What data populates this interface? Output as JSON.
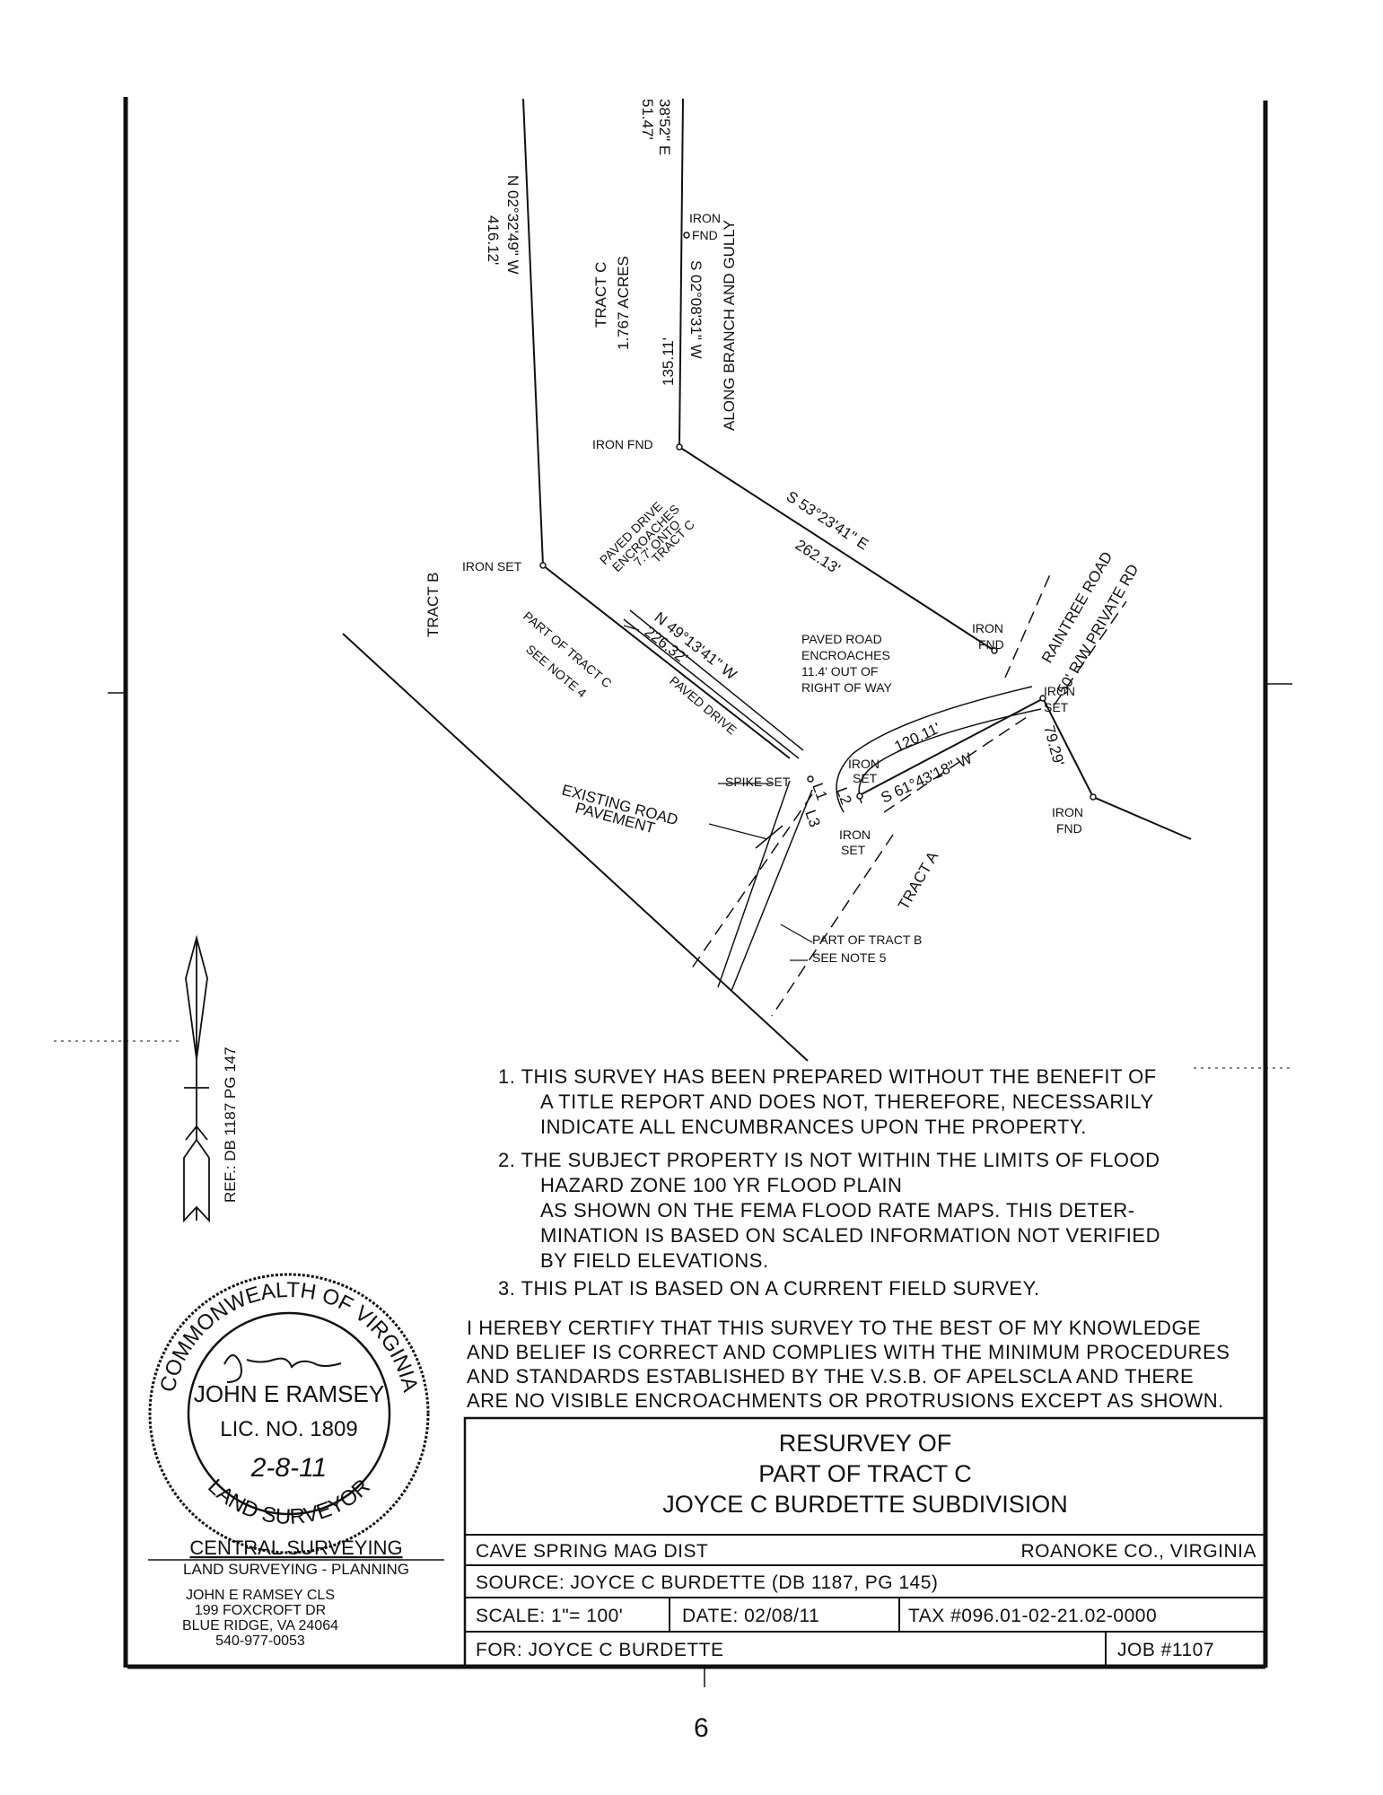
{
  "plat": {
    "tract_c_label": "TRACT C",
    "tract_c_acres": "1.767 ACRES",
    "tract_b_label": "TRACT B",
    "tract_a_label": "TRACT A",
    "bearing_west_label": "N 02°32'49\" W",
    "bearing_west_dist": "416.12'",
    "bearing_top_label": "38'52\" E",
    "bearing_top_dist": "51.47'",
    "bearing_branch_label": "S 02°08'31\" W",
    "bearing_branch_dist": "135.11'",
    "along_branch": "ALONG BRANCH AND GULLY",
    "bearing_se_label": "S 53°23'41\" E",
    "bearing_se_dist": "262.13'",
    "bearing_nw_label": "N 49°13'41\" W",
    "bearing_nw_dist": "226.32'",
    "bearing_road_label": "S 61°43'18\" W",
    "bearing_road_dist": "120.11'",
    "east_dist": "79.29'",
    "iron_fnd": "IRON FND",
    "iron_set": "IRON SET",
    "spike_set": "SPIKE SET",
    "iron": "IRON",
    "fnd": "FND",
    "set": "SET",
    "paved_drive_enc": [
      "PAVED DRIVE",
      "ENCROACHES",
      "7.7' ONTO",
      "TRACT C"
    ],
    "part_tract_c": "PART OF TRACT C",
    "see_note_4": "SEE NOTE 4",
    "paved_drive": "PAVED DRIVE",
    "paved_road_enc": [
      "PAVED ROAD",
      "ENCROACHES",
      "11.4' OUT OF",
      "RIGHT OF WAY"
    ],
    "raintree_road": "RAINTREE ROAD",
    "private_rd": "50' R/W PRIVATE RD",
    "existing_road": [
      "EXISTING ROAD",
      "PAVEMENT"
    ],
    "part_tract_b": "PART OF TRACT B",
    "see_note_5": "SEE NOTE 5",
    "l_labels": [
      "L1",
      "L2",
      "L3"
    ],
    "ref": "REF.: DB 1187 PG 147"
  },
  "notes": [
    [
      "1.  THIS SURVEY HAS BEEN PREPARED WITHOUT THE BENEFIT OF",
      "A TITLE REPORT AND DOES NOT, THEREFORE, NECESSARILY",
      "INDICATE ALL ENCUMBRANCES UPON THE PROPERTY."
    ],
    [
      "2.  THE SUBJECT PROPERTY IS NOT WITHIN THE LIMITS OF FLOOD",
      "HAZARD ZONE 100 YR FLOOD PLAIN",
      "AS SHOWN ON THE FEMA FLOOD RATE MAPS. THIS DETER-",
      "MINATION IS BASED ON SCALED INFORMATION NOT VERIFIED",
      "BY FIELD ELEVATIONS."
    ],
    [
      "3.  THIS PLAT IS BASED ON A CURRENT FIELD SURVEY."
    ]
  ],
  "certification": [
    "I HEREBY CERTIFY THAT THIS SURVEY TO THE BEST OF MY KNOWLEDGE",
    "AND BELIEF IS CORRECT AND COMPLIES WITH THE MINIMUM PROCEDURES",
    "AND STANDARDS ESTABLISHED BY THE V.S.B. OF APELSCLA AND THERE",
    "ARE NO VISIBLE ENCROACHMENTS OR PROTRUSIONS EXCEPT AS SHOWN."
  ],
  "seal": {
    "top_text": "COMMONWEALTH OF VIRGINIA",
    "bottom_text": "LAND SURVEYOR",
    "name": "JOHN E RAMSEY",
    "license": "LIC. NO. 1809",
    "date_handwritten": "2-8-11"
  },
  "firm": {
    "name": "CENTRAL SURVEYING",
    "tagline": "LAND SURVEYING  -  PLANNING",
    "lines": [
      "JOHN E RAMSEY  CLS",
      "199 FOXCROFT DR",
      "BLUE RIDGE, VA 24064",
      "540-977-0053"
    ]
  },
  "title_block": {
    "title1": "RESURVEY OF",
    "title2": "PART OF TRACT C",
    "title3": "JOYCE C BURDETTE SUBDIVISION",
    "district": "CAVE SPRING MAG DIST",
    "county": "ROANOKE CO., VIRGINIA",
    "source": "SOURCE:  JOYCE C BURDETTE (DB 1187, PG 145)",
    "scale": "SCALE: 1\"= 100'",
    "date": "DATE:  02/08/11",
    "tax": "TAX #096.01-02-21.02-0000",
    "for": "FOR:  JOYCE C BURDETTE",
    "job": "JOB #1107"
  },
  "page_mark": "6"
}
